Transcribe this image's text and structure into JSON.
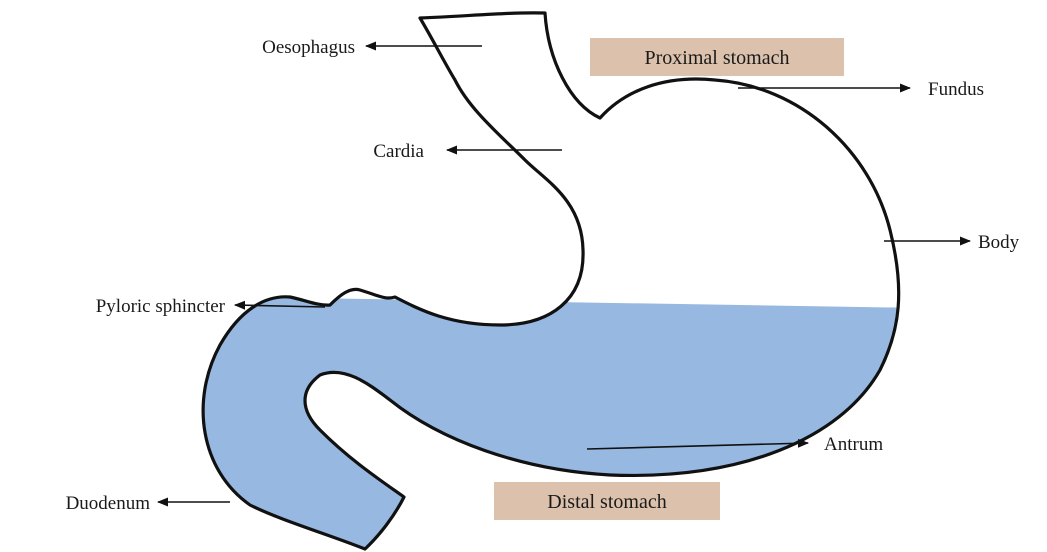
{
  "diagram": {
    "labels": {
      "oesophagus": "Oesophagus",
      "cardia": "Cardia",
      "pyloric_sphincter": "Pyloric sphincter",
      "duodenum": "Duodenum",
      "fundus": "Fundus",
      "body": "Body",
      "antrum": "Antrum"
    },
    "regions": {
      "proximal": "Proximal stomach",
      "distal": "Distal stomach"
    },
    "colors": {
      "distal_fill": "#97b8e0",
      "region_box": "#dcc2ac",
      "outline": "#111111"
    }
  }
}
